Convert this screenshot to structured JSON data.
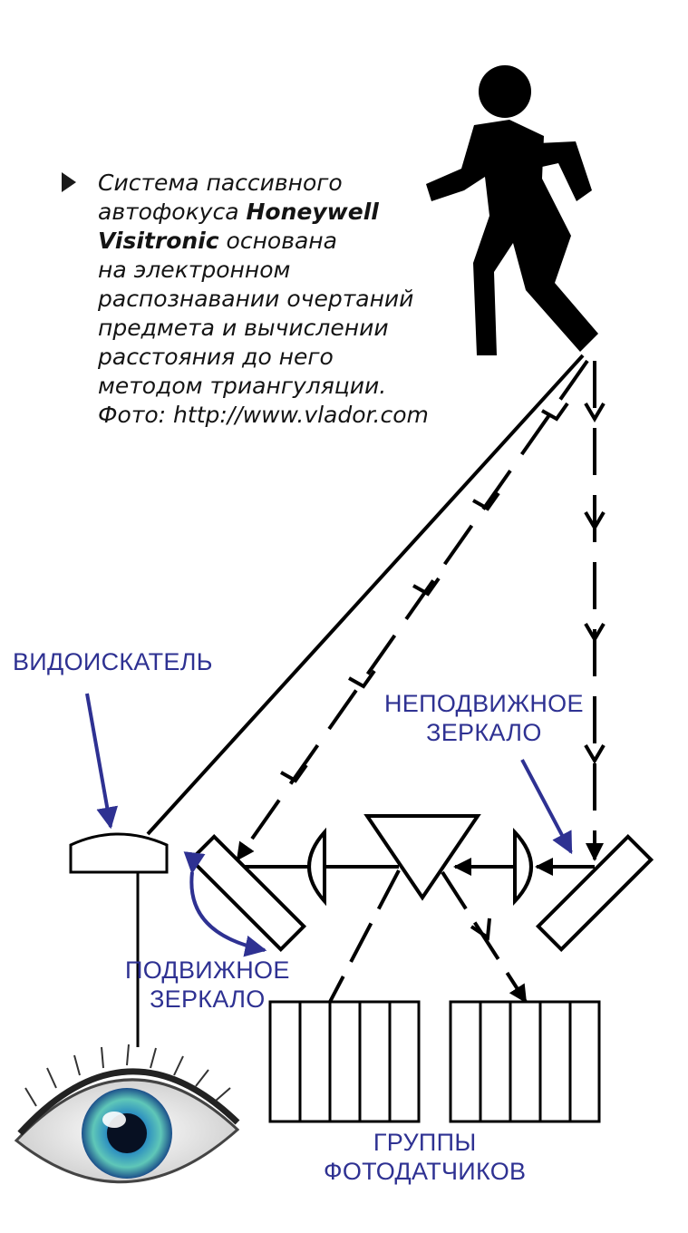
{
  "caption": {
    "line1": "Система пассивного",
    "line2_a": "автофокуса ",
    "line2_b": "Honeywell",
    "line3_a": "Visitronic",
    "line3_b": " основана",
    "line4": "на электронном",
    "line5": "распознавании очертаний",
    "line6": "предмета и вычислении",
    "line7": "расстояния до него",
    "line8": "методом триангуляции.",
    "line9": "Фото: http://www.vlador.com"
  },
  "labels": {
    "viewfinder": "ВИДОИСКАТЕЛЬ",
    "fixed_mirror_1": "НЕПОДВИЖНОЕ",
    "fixed_mirror_2": "ЗЕРКАЛО",
    "movable_mirror_1": "ПОДВИЖНОЕ",
    "movable_mirror_2": "ЗЕРКАЛО",
    "photosensors_1": "ГРУППЫ",
    "photosensors_2": "ФОТОДАТЧИКОВ"
  },
  "colors": {
    "label_text": "#2e3192",
    "line": "#000000",
    "iris_outer": "#1b4f8a",
    "iris_inner": "#3fb2d8"
  },
  "icons": [
    "walking-person-icon",
    "eye-icon",
    "triangle-bullet-icon"
  ]
}
